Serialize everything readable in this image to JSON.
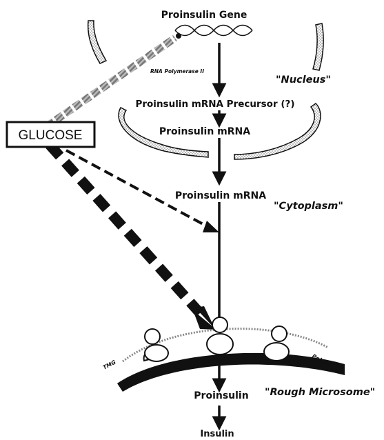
{
  "diagram": {
    "labels": {
      "proinsulin_gene": "Proinsulin Gene",
      "rna_polymerase": "RNA Polymerase II",
      "nucleus": "\"Nucleus\"",
      "mrna_precursor": "Proinsulin mRNA Precursor (?)",
      "mrna_nuclear": "Proinsulin mRNA",
      "mrna_cytoplasmic": "Proinsulin mRNA",
      "cytoplasm": "\"Cytoplasm\"",
      "tmg": "TMG",
      "poly_a": "Poly A",
      "rough_microsome": "\"Rough Microsome\"",
      "proinsulin": "Proinsulin",
      "insulin": "Insulin",
      "glucose": "GLUCOSE"
    }
  }
}
